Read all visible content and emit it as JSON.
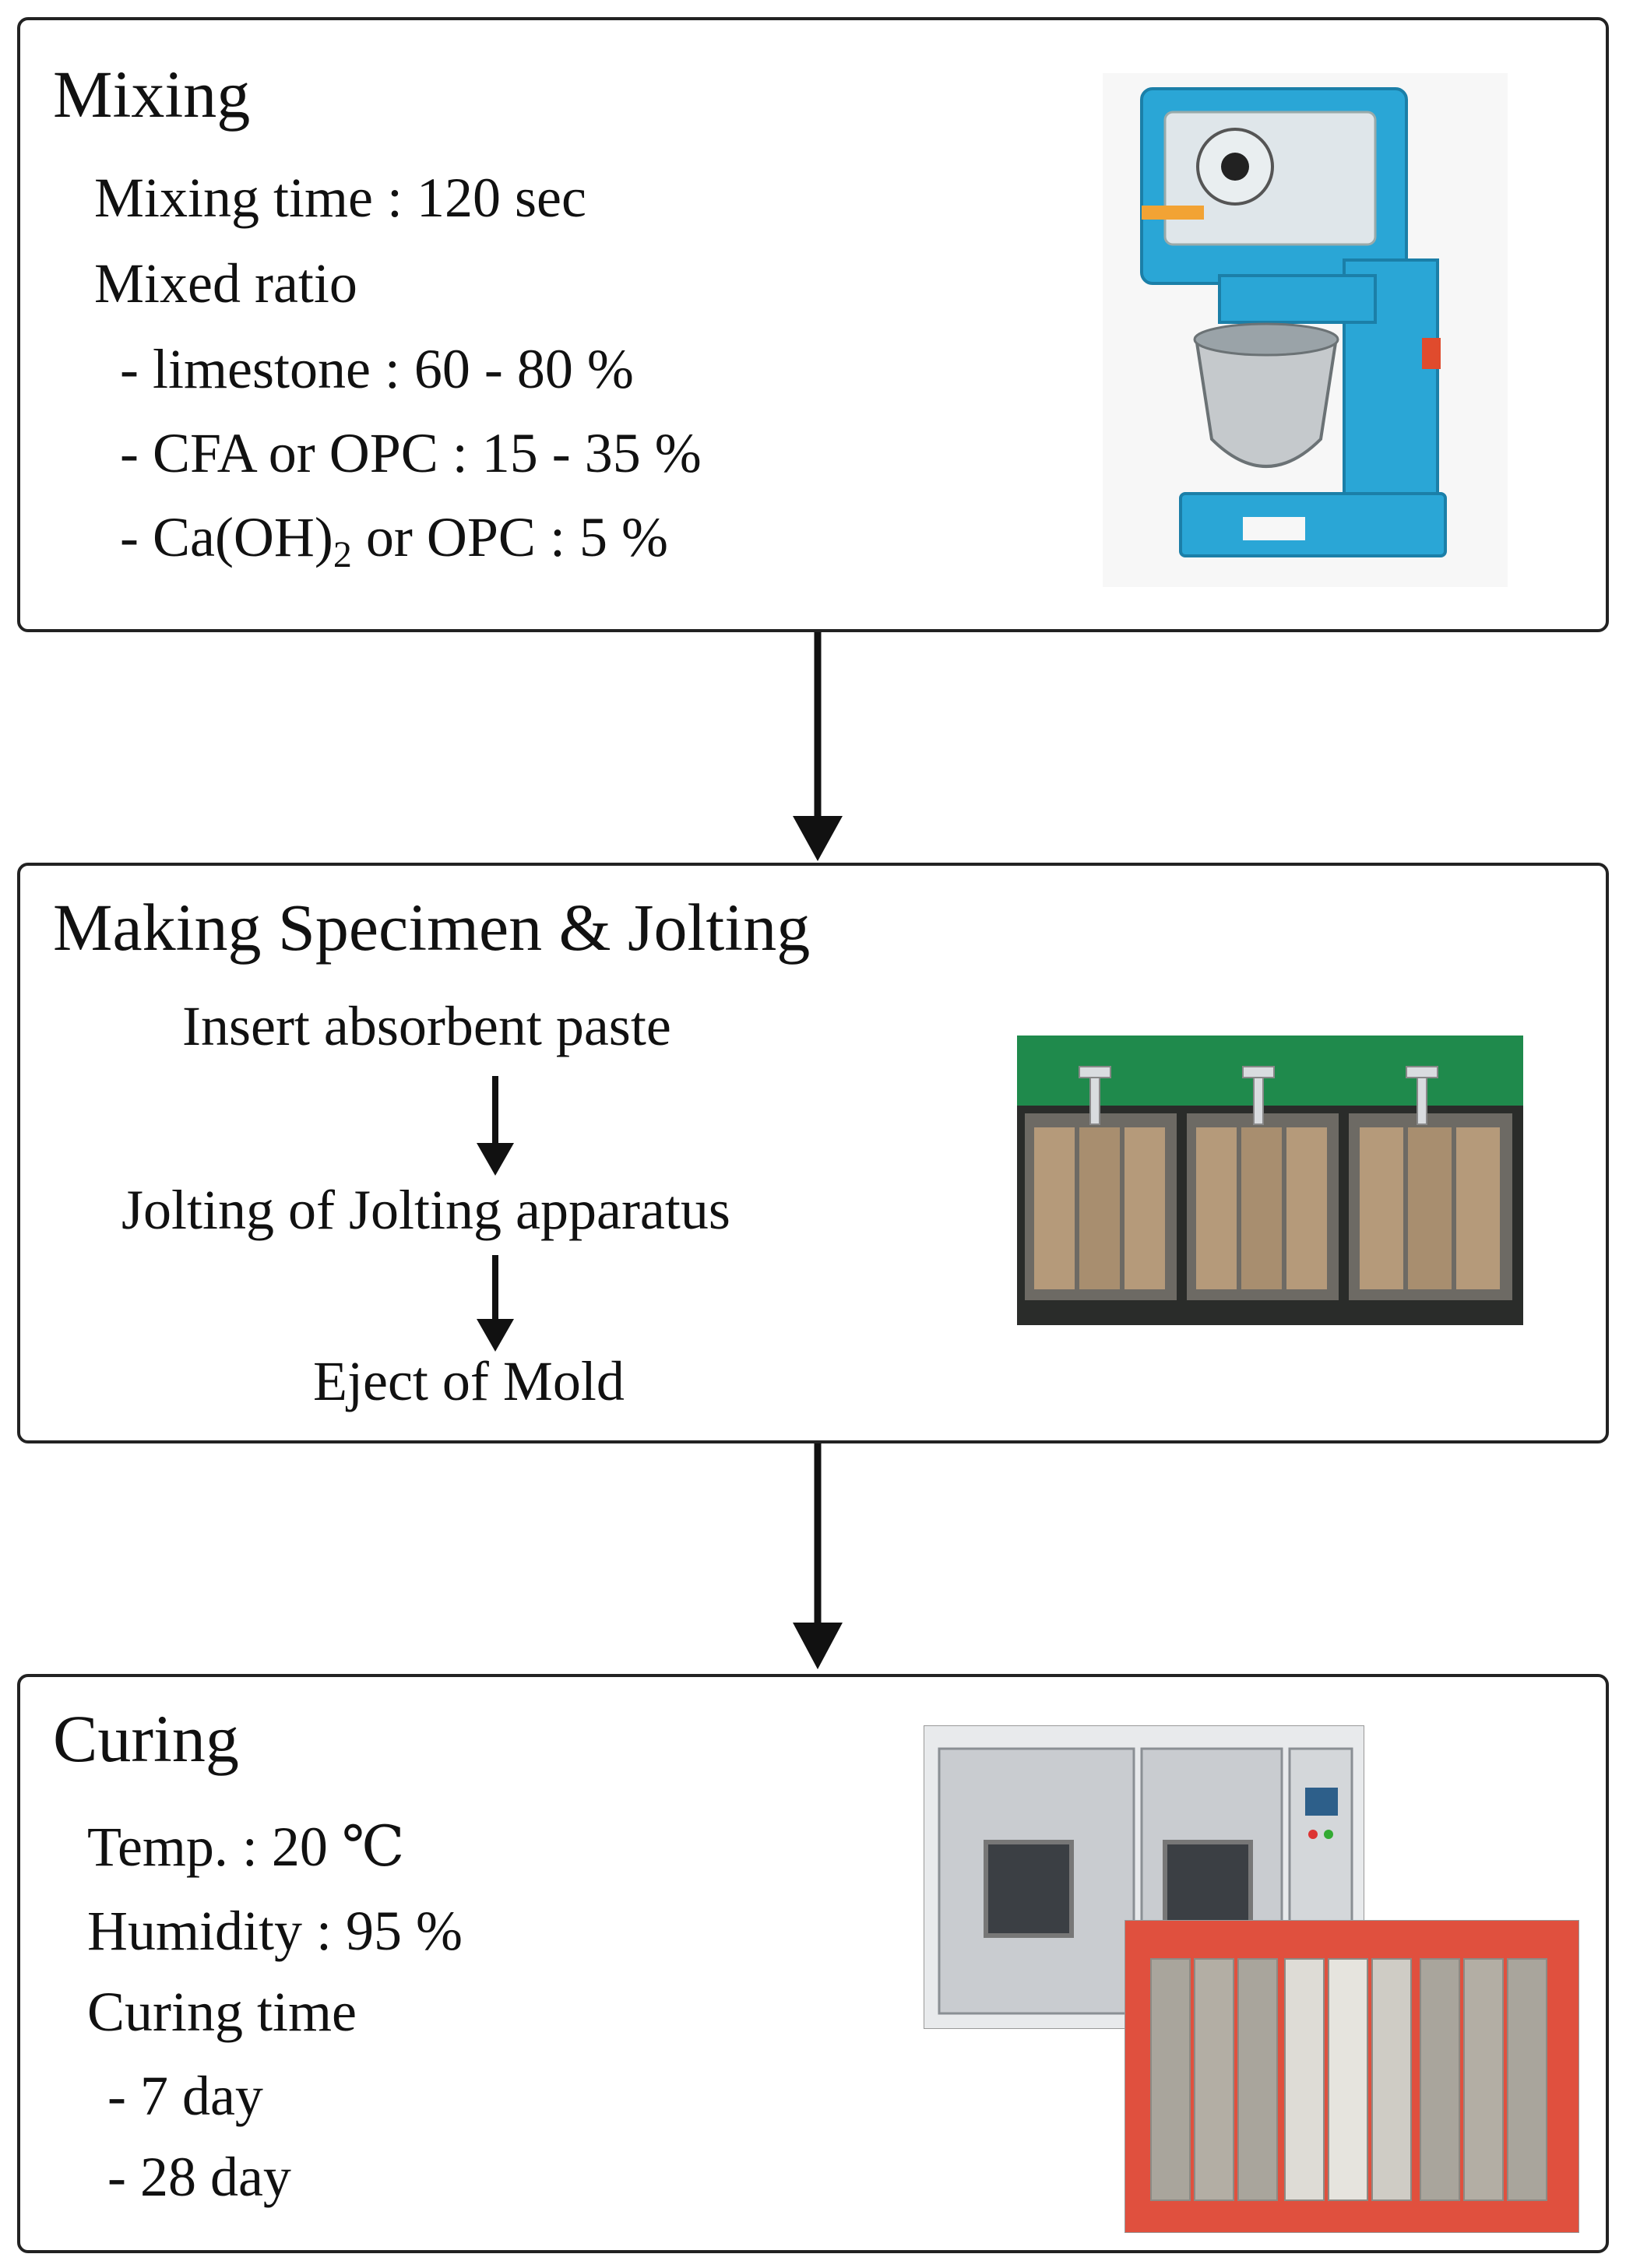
{
  "mixing": {
    "title": "Mixing",
    "time": "Mixing time : 120 sec",
    "ratio_heading": "Mixed ratio",
    "limestone": "- limestone : 60 - 80 %",
    "cfa": "- CFA or OPC : 15 - 35 %",
    "caoh_prefix": "- Ca(OH)",
    "caoh_sub": "2",
    "caoh_suffix": " or OPC : 5 %"
  },
  "making": {
    "title": "Making Specimen & Jolting",
    "step1": "Insert  absorbent paste",
    "step2": "Jolting of Jolting apparatus",
    "step3": "Eject of Mold"
  },
  "curing": {
    "title": "Curing",
    "temp": "Temp. : 20 ℃",
    "humidity": "Humidity : 95 %",
    "time_heading": "Curing time",
    "day7": "- 7 day",
    "day28": "- 28 day"
  },
  "colors": {
    "border": "#222222",
    "mixer_body": "#2aa6d6",
    "mold_green": "#1f8a4c",
    "specimen_tan": "#b59a7a",
    "chamber_grey": "#c9ccd0",
    "tray_red": "#e0503e"
  }
}
